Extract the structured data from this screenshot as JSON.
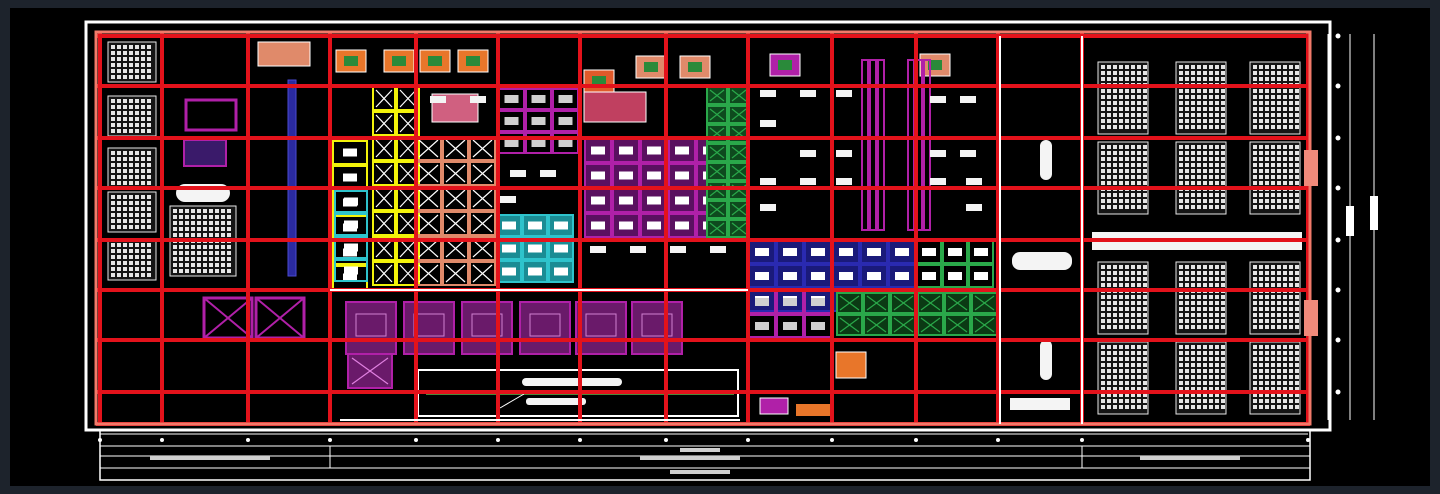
{
  "title": "",
  "colors": {
    "background": "#1d232c",
    "sheet": "#000000",
    "frame": "#ffffff",
    "grid": "#e3121b",
    "grid_light": "#f27a6a",
    "yellow": "#f2f20a",
    "cyan": "#2ec3cc",
    "magenta": "#b020a8",
    "orange": "#e8762a",
    "green": "#2aa84a",
    "blue": "#2a2ab0",
    "salmon": "#e08a6a",
    "white": "#f4f4f4"
  },
  "zones": [
    {
      "name": "left-storage-zone",
      "color": "white"
    },
    {
      "name": "yellow-equipment-zone",
      "color": "yellow"
    },
    {
      "name": "cyan-equipment-zone",
      "color": "cyan"
    },
    {
      "name": "salmon-equipment-zone",
      "color": "salmon"
    },
    {
      "name": "magenta-equipment-zone",
      "color": "magenta"
    },
    {
      "name": "green-equipment-zone",
      "color": "green"
    },
    {
      "name": "blue-equipment-zone",
      "color": "blue"
    },
    {
      "name": "light-green-equipment-zone",
      "color": "green"
    },
    {
      "name": "right-storage-zone",
      "color": "white"
    }
  ]
}
